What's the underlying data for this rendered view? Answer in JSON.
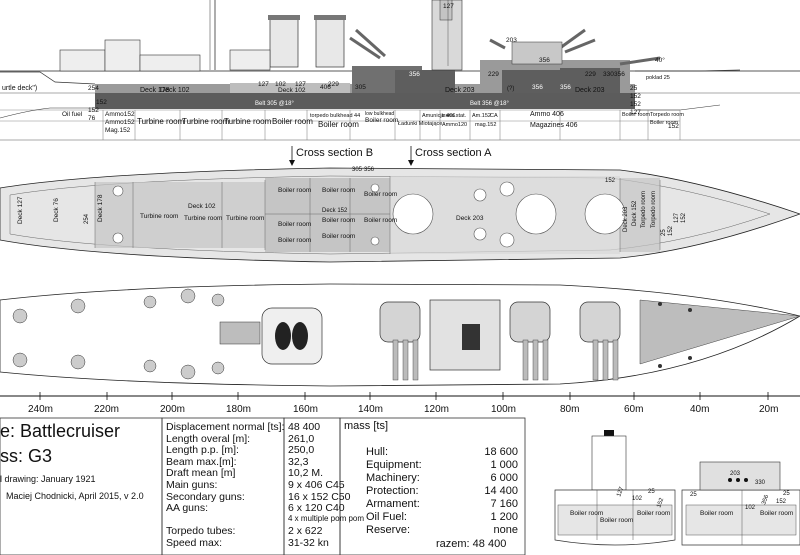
{
  "profile": {
    "deck_labels": [
      "Deck 178",
      "Deck 102",
      "Deck 102",
      "Deck 203",
      "Deck 203"
    ],
    "compartments": [
      "Ammo152",
      "Ammo152",
      "Mag.152",
      "Turbine room",
      "Turbine room",
      "Turbine room",
      "Boiler room",
      "torpedo bulkhead 44",
      "Boiler room",
      "Boiler room",
      "Amunicja 406",
      "Ładunki Miotające",
      "trans.stat.",
      "Am.152",
      "CA",
      "Ammo120",
      "mag.152",
      "Ammo 406",
      "Magazines 406",
      "Boiler room",
      "Torpedo room",
      "Boiler room",
      "Oil fuel"
    ],
    "belts": [
      "Belt 305 @18°",
      "Belt 356 @18°"
    ],
    "annotations": [
      "urtle deck\")",
      "low bulkhead",
      "poklad 25",
      "(?)",
      "40°"
    ],
    "numbers": [
      "127",
      "203",
      "356",
      "356",
      "356",
      "356",
      "356",
      "330",
      "229",
      "305",
      "152",
      "102",
      "127",
      "229",
      "254",
      "229",
      "152",
      "406",
      "127",
      "152",
      "25",
      "127",
      "152",
      "76",
      "152"
    ]
  },
  "cross_sections": {
    "b": "Cross section B",
    "a": "Cross section A"
  },
  "plan": {
    "labels": [
      "Deck 127",
      "Deck 76",
      "Deck 178",
      "Turbine room",
      "Deck 102",
      "Turbine room",
      "Turbine room",
      "Boiler room",
      "Boiler room",
      "Boiler room",
      "Boiler room",
      "Deck 152",
      "Boiler room",
      "Boiler room",
      "Boiler room",
      "Boiler room",
      "Deck 203",
      "Torpedo room",
      "Torpedo room",
      "Deck 203",
      "Deck 152"
    ],
    "numbers": [
      "305",
      "356",
      "152",
      "254",
      "25",
      "152",
      "127",
      "152"
    ]
  },
  "scale": {
    "ticks": [
      "240m",
      "220m",
      "200m",
      "180m",
      "160m",
      "140m",
      "120m",
      "100m",
      "80m",
      "60m",
      "40m",
      "20m"
    ]
  },
  "info": {
    "type": "e: Battlecruiser",
    "class": "ss: G3",
    "drawing": "l drawing: January 1921",
    "author": "Maciej Chodnicki, April 2015, v 2.0",
    "specs": [
      {
        "label": "Displacement normal [ts]:",
        "value": "48 400"
      },
      {
        "label": "Length overal [m]:",
        "value": "261,0"
      },
      {
        "label": "Length  p.p. [m]:",
        "value": "250,0"
      },
      {
        "label": "Beam max.[m]:",
        "value": "32,3"
      },
      {
        "label": "Draft mean [m]",
        "value": "10,2 M."
      },
      {
        "label": "Main guns:",
        "value": "9 x 406 C45"
      },
      {
        "label": "Secondary guns:",
        "value": "16 x 152 C50"
      },
      {
        "label": "AA guns:",
        "value": "6 x 120 C40"
      },
      {
        "label": "",
        "value": "4 x multiple pom pom"
      },
      {
        "label": "Torpedo tubes:",
        "value": "2 x 622"
      },
      {
        "label": "Speed max:",
        "value": "31-32 kn"
      }
    ],
    "mass_title": "mass [ts]",
    "mass": [
      {
        "label": "Hull:",
        "value": "18 600"
      },
      {
        "label": "Equipment:",
        "value": "1 000"
      },
      {
        "label": "Machinery:",
        "value": "6 000"
      },
      {
        "label": "Protection:",
        "value": "14 400"
      },
      {
        "label": "Armament:",
        "value": "7 160"
      },
      {
        "label": "Oil Fuel:",
        "value": "1 200"
      },
      {
        "label": "Reserve:",
        "value": "none"
      }
    ],
    "total": "razem: 48 400"
  },
  "sections": {
    "labels_b": [
      "Boiler room",
      "Boiler room",
      "Boiler room"
    ],
    "labels_a": [
      "Boiler room",
      "Boiler room"
    ],
    "numbers_b": [
      "127",
      "102",
      "25",
      "152"
    ],
    "numbers_a": [
      "203",
      "330",
      "356",
      "25",
      "102",
      "152",
      "25"
    ]
  }
}
